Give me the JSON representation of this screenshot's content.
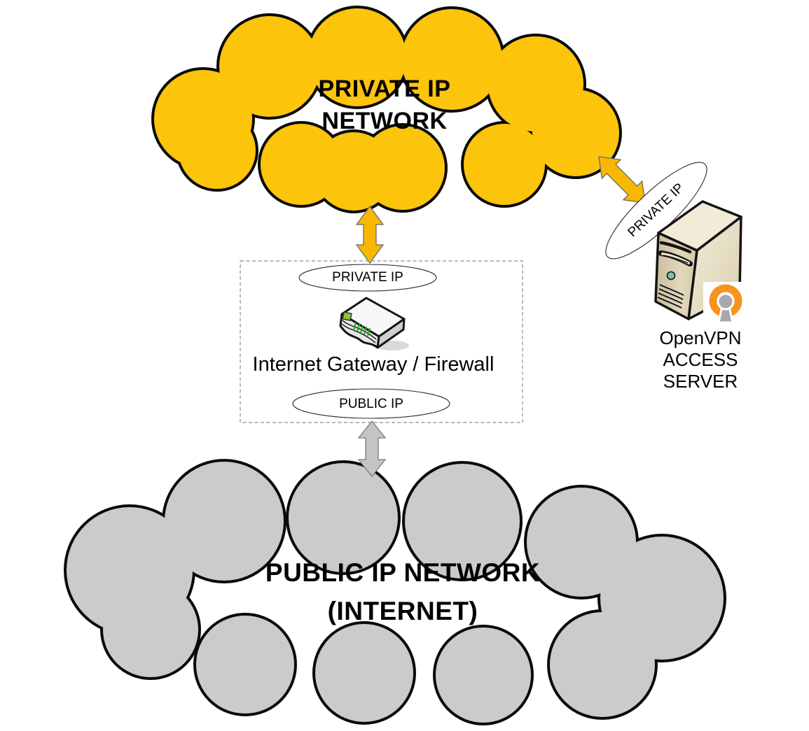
{
  "colors": {
    "private_cloud": "#FCC40B",
    "public_cloud": "#CBCBCB",
    "arrow_yellow": "#F8B702",
    "arrow_gray": "#C4C4C4",
    "openvpn_orange": "#F7941E",
    "openvpn_gray": "#A6A8AB"
  },
  "private_network": {
    "line1": "PRIVATE IP",
    "line2": "NETWORK"
  },
  "gateway": {
    "top_interface": "PRIVATE IP",
    "label": "Internet Gateway / Firewall",
    "bottom_interface": "PUBLIC IP"
  },
  "vpn_server": {
    "interface": "PRIVATE IP",
    "line1": "OpenVPN",
    "line2": "ACCESS",
    "line3": "SERVER"
  },
  "public_network": {
    "line1": "PUBLIC IP NETWORK",
    "line2": "(INTERNET)"
  }
}
